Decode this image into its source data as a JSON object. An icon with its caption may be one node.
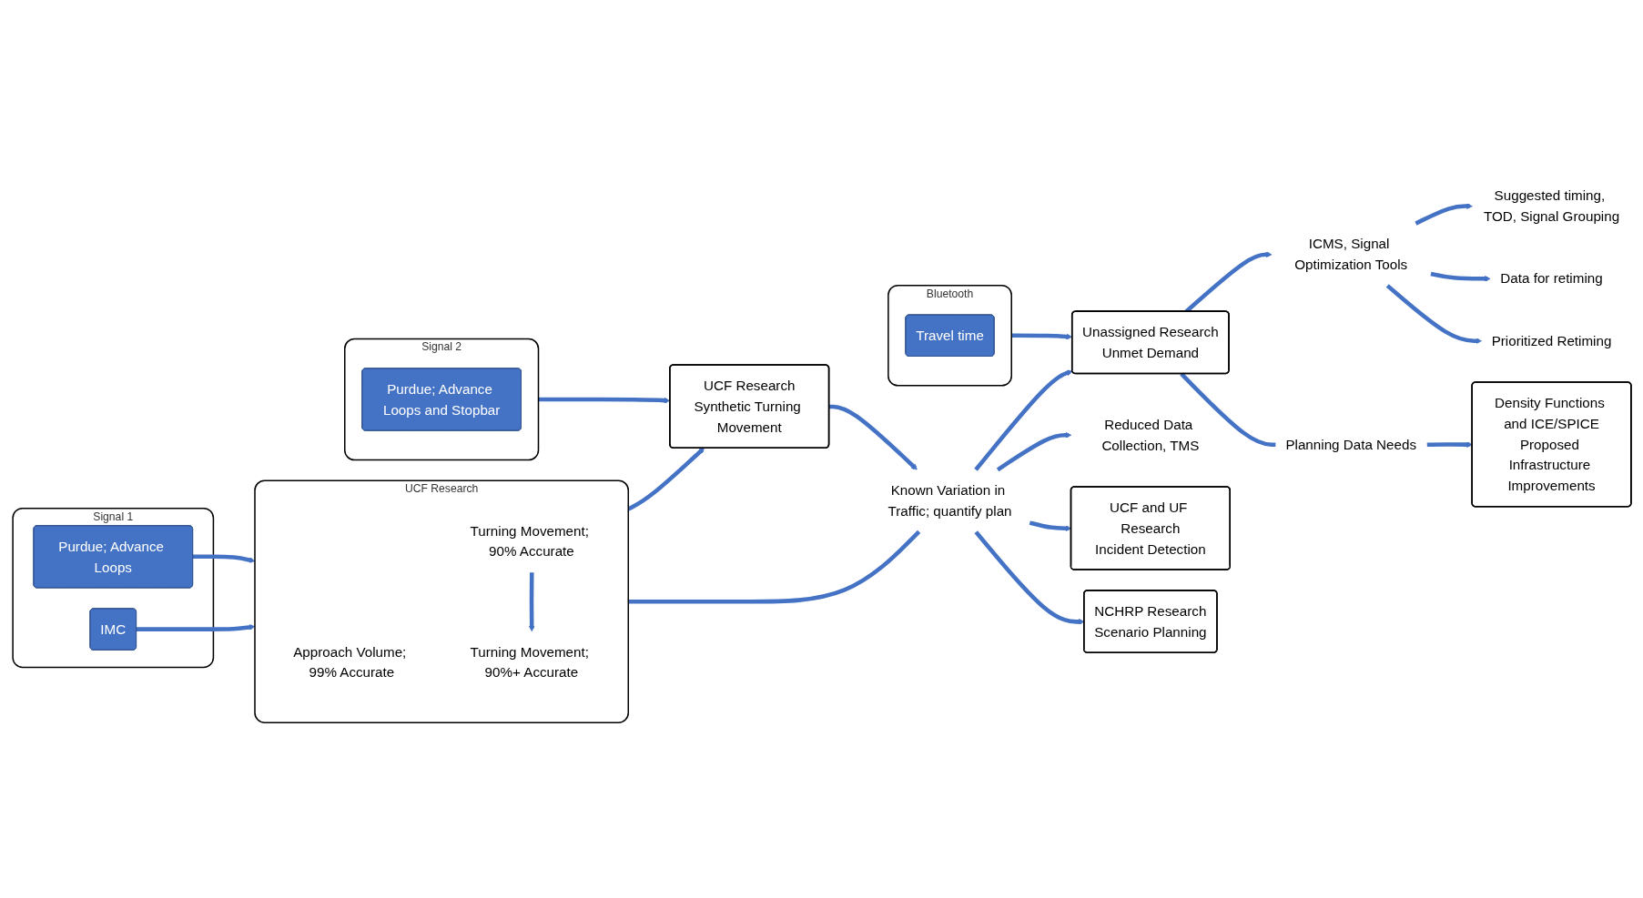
{
  "diagram": {
    "nodes": [
      {
        "text": [
          "Signal 1"
        ]
      },
      {
        "text": [
          "Purdue; Advance Loops"
        ],
        "in": 0
      },
      {
        "text": [
          "IMC"
        ],
        "in": 0
      },
      {
        "text": [
          "UCF Research"
        ]
      },
      {
        "text": [
          "Approach Volume; 99% Accurate"
        ],
        "in": 3
      },
      {
        "text": [
          "Turning Movement; 90% Accurate"
        ],
        "in": 3
      },
      {
        "text": [
          "Turning Movement; 90%+ Accurate"
        ],
        "in": 3
      },
      {
        "text": [
          "Known Variation in Traffic; quantify plan"
        ]
      },
      {
        "text": [
          "NCHRP Research",
          "Scenario Planning"
        ]
      },
      {
        "text": [
          "UCF and UF Research",
          "Incident Detection"
        ]
      },
      {
        "text": [
          "Reduced Data Collection, TMS"
        ]
      },
      {
        "text": [
          "Signal 2"
        ]
      },
      {
        "text": [
          "Purdue; Advance Loops and Stopbar"
        ],
        "in": 11
      },
      {
        "text": [
          "UCF Research",
          "Synthetic Turning Movement"
        ]
      },
      {
        "text": [
          "Bluetooth"
        ]
      },
      {
        "text": [
          "Travel time"
        ],
        "in": 14
      },
      {
        "text": [
          "Unassigned Research",
          "Unmet Demand"
        ]
      },
      {
        "text": [
          "Planning Data Needs"
        ]
      },
      {
        "text": [
          "Density Functions and ICE/SPICE",
          "Proposed Infrastructure Improvements"
        ]
      },
      {
        "text": [
          "ICMS, Signal Optimization Tools"
        ]
      },
      {
        "text": [
          "Prioritized Retiming"
        ]
      },
      {
        "text": [
          "Data for retiming"
        ]
      },
      {
        "text": [
          "Suggested timing, TOD, Signal Grouping"
        ]
      }
    ],
    "edges": [
      {
        "from": 1,
        "to": 3,
        "arrow": "to"
      },
      {
        "from": 2,
        "to": 3,
        "arrow": "to"
      },
      {
        "from": 5,
        "to": 6,
        "arrow": "to"
      },
      {
        "from": 3,
        "to": 7,
        "arrow": "none"
      },
      {
        "from": 7,
        "to": 8,
        "arrow": "to"
      },
      {
        "from": 7,
        "to": 9,
        "arrow": "to"
      },
      {
        "from": 7,
        "to": 10,
        "arrow": "to"
      },
      {
        "from": 3,
        "to": 13,
        "arrow": "to"
      },
      {
        "from": 11,
        "to": 13,
        "arrow": "to"
      },
      {
        "from": 13,
        "to": 7,
        "arrow": "to"
      },
      {
        "from": 7,
        "to": 16,
        "arrow": "to"
      },
      {
        "from": 14,
        "to": 16,
        "arrow": "to"
      },
      {
        "from": 16,
        "to": 17,
        "arrow": "none"
      },
      {
        "from": 17,
        "to": 18,
        "arrow": "to"
      },
      {
        "from": 16,
        "to": 19,
        "arrow": "to"
      },
      {
        "from": 19,
        "to": 20,
        "arrow": "to"
      },
      {
        "from": 19,
        "to": 21,
        "arrow": "to"
      },
      {
        "from": 19,
        "to": 22,
        "arrow": "to"
      }
    ]
  }
}
